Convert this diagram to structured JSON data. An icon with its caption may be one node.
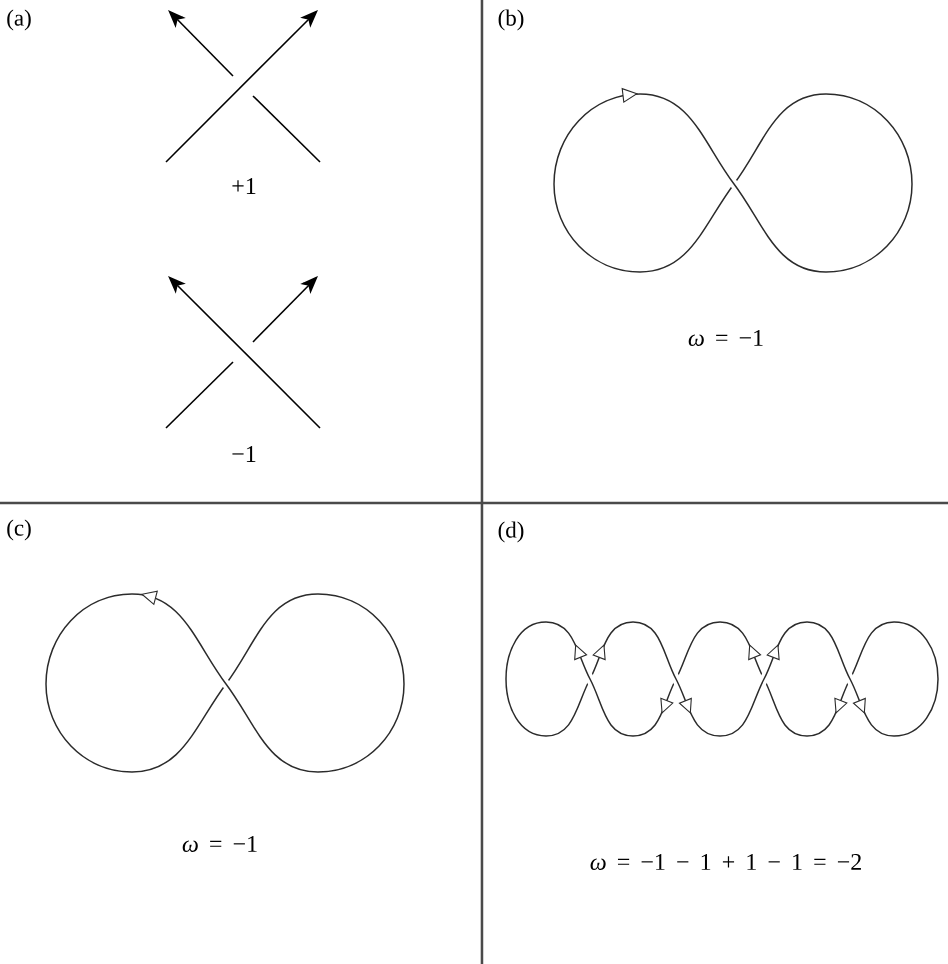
{
  "diagram": {
    "labels": [
      "(a)",
      "+1",
      "−1",
      "(b)",
      "*ω* = −1",
      "(c)",
      "*ω* = −1",
      "(d)",
      "*ω* = −1 − 1 + 1 − 1 = −2"
    ]
  }
}
